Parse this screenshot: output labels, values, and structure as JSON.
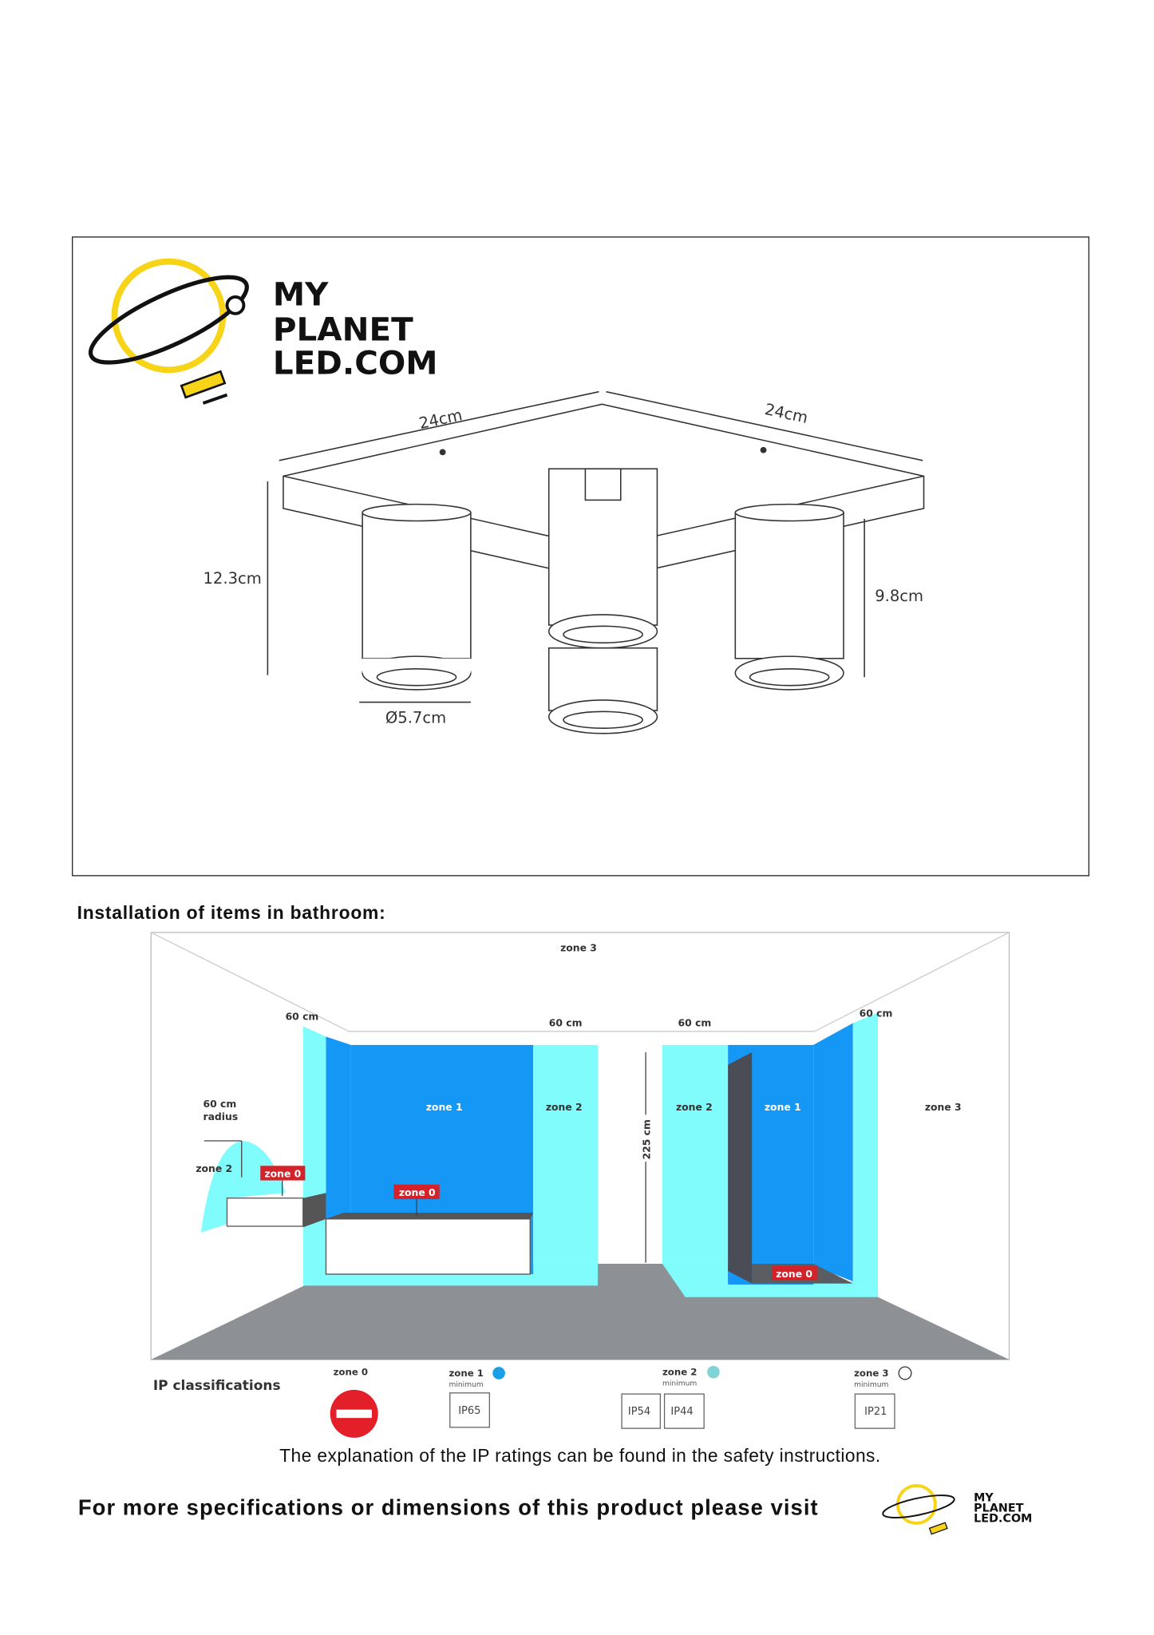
{
  "logo": {
    "line1": "MY",
    "line2": "PLANET",
    "line3": "LED.COM"
  },
  "product_drawing": {
    "width_left": "24cm",
    "width_right": "24cm",
    "height_total": "12.3cm",
    "height_spot": "9.8cm",
    "diameter": "Ø5.7cm"
  },
  "bathroom": {
    "heading": "Installation of items in bathroom:",
    "labels": {
      "zone3_top": "zone 3",
      "zone3_right": "zone 3",
      "cm60_left": "60 cm",
      "cm60_a": "60 cm",
      "cm60_b": "60 cm",
      "cm60_right": "60 cm",
      "radius_1": "60 cm",
      "radius_2": "radius",
      "zone2_sink": "zone 2",
      "zone0_sink": "zone 0",
      "zone0_bath": "zone 0",
      "zone1_left": "zone 1",
      "zone2_left": "zone 2",
      "height": "225 cm",
      "zone2_right": "zone 2",
      "zone1_right": "zone 1",
      "zone0_shower": "zone 0"
    },
    "colors": {
      "zone1": "#1597f5",
      "zone2": "#7ffcfb",
      "floor": "#8d9196",
      "panel": "#4a4d55",
      "zone0_label": "#d2232a"
    }
  },
  "ip": {
    "title": "IP classifications",
    "zone0": "zone 0",
    "zone1": "zone 1",
    "zone1_min": "minimum",
    "zone1_ratings": [
      "IP65"
    ],
    "zone2": "zone 2",
    "zone2_min": "minimum",
    "zone2_ratings": [
      "IP54",
      "IP44"
    ],
    "zone3": "zone 3",
    "zone3_min": "minimum",
    "zone3_ratings": [
      "IP21"
    ],
    "colors": {
      "zone1_dot": "#1aa0e8",
      "zone2_dot": "#80d4d8",
      "no_entry": "#e3202a"
    }
  },
  "explanation": "The explanation of the IP ratings can be found in the safety instructions.",
  "footer": {
    "visit_text": "For more specifications or dimensions of this product please visit",
    "logo_line1": "MY",
    "logo_line2": "PLANET",
    "logo_line3": "LED.COM"
  }
}
